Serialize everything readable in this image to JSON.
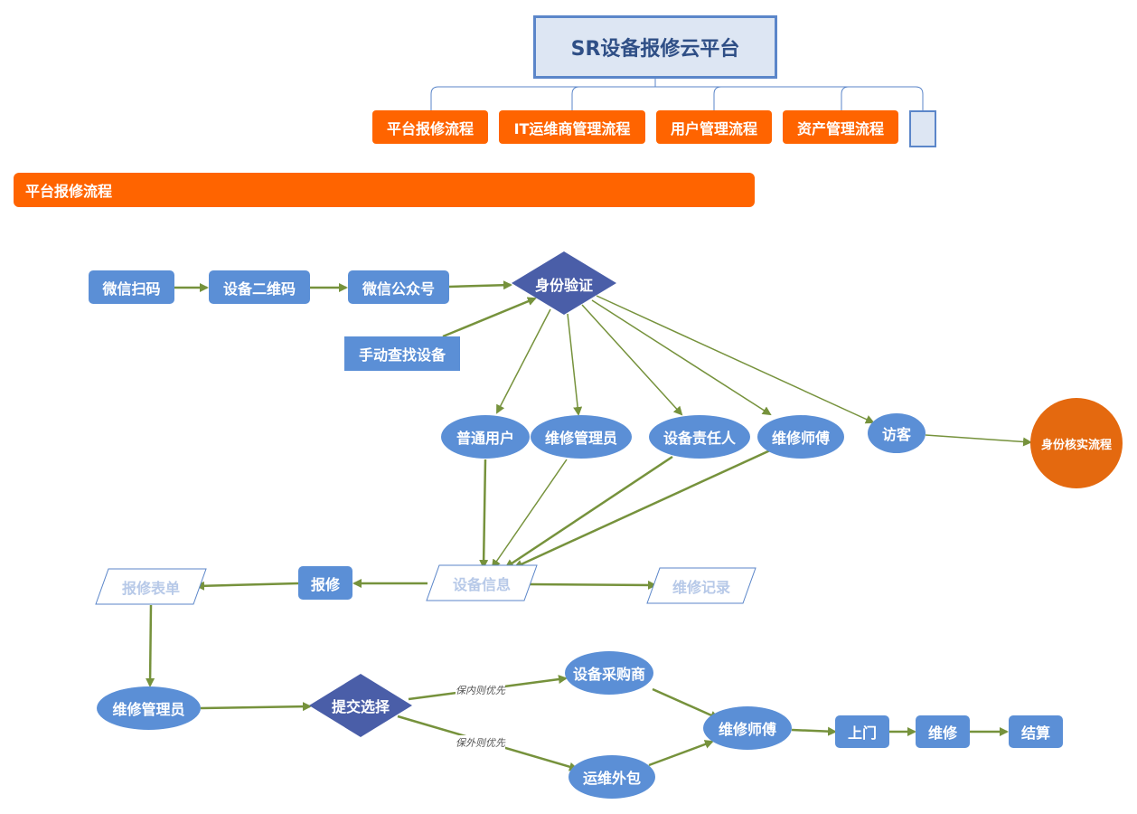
{
  "header": {
    "title": "SR设备报修云平台",
    "tabs": [
      "平台报修流程",
      "IT运维商管理流程",
      "用户管理流程",
      "资产管理流程"
    ]
  },
  "section": {
    "title": "平台报修流程"
  },
  "nodes": {
    "wechat_scan": "微信扫码",
    "device_qr": "设备二维码",
    "wechat_official": "微信公众号",
    "identity_verify": "身份验证",
    "manual_find": "手动查找设备",
    "normal_user": "普通用户",
    "maint_admin": "维修管理员",
    "device_owner": "设备责任人",
    "technician": "维修师傅",
    "visitor": "访客",
    "identity_check_flow": "身份核实流程",
    "device_info": "设备信息",
    "repair": "报修",
    "repair_form": "报修表单",
    "repair_record": "维修记录",
    "maint_admin_2": "维修管理员",
    "submit_choice": "提交选择",
    "supplier": "设备采购商",
    "outsourcing": "运维外包",
    "technician_2": "维修师傅",
    "onsite": "上门",
    "fix": "维修",
    "settle": "结算"
  },
  "edge_labels": {
    "in_warranty": "保内则优先",
    "out_warranty": "保外则优先"
  },
  "colors": {
    "accent_orange": "#ff6400",
    "node_blue": "#5b8fd6",
    "diamond_navy": "#4a5ea8",
    "arrow_green": "#76923c",
    "circle_orange": "#e4690f"
  }
}
